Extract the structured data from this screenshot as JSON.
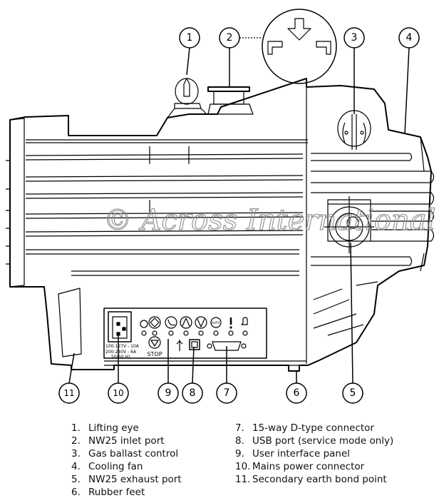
{
  "watermark": "© Across International",
  "callouts": [
    {
      "num": "1"
    },
    {
      "num": "2"
    },
    {
      "num": "3"
    },
    {
      "num": "4"
    },
    {
      "num": "5"
    },
    {
      "num": "6"
    },
    {
      "num": "7"
    },
    {
      "num": "8"
    },
    {
      "num": "9"
    },
    {
      "num": "10"
    },
    {
      "num": "11"
    }
  ],
  "panel": {
    "voltage_line1": "100-127V - 10A",
    "voltage_line2": "200-240V - 6A",
    "frequency": "50/60 Hz",
    "stop_label": "STOP",
    "auto_label": "AUTO"
  },
  "legend": {
    "left": [
      {
        "num": "1.",
        "label": "Lifting eye"
      },
      {
        "num": "2.",
        "label": "NW25 inlet port"
      },
      {
        "num": "3.",
        "label": "Gas ballast control"
      },
      {
        "num": "4.",
        "label": "Cooling fan"
      },
      {
        "num": "5.",
        "label": "NW25 exhaust port"
      },
      {
        "num": "6.",
        "label": "Rubber feet"
      }
    ],
    "right": [
      {
        "num": "7.",
        "label": "15-way D-type connector"
      },
      {
        "num": "8.",
        "label": "USB port (service mode only)"
      },
      {
        "num": "9.",
        "label": "User interface panel"
      },
      {
        "num": "10.",
        "label": "Mains power connector"
      },
      {
        "num": "11.",
        "label": "Secondary earth bond point"
      }
    ]
  },
  "colors": {
    "line": "#000000",
    "watermark": "#8a8a8a",
    "background": "#ffffff"
  }
}
